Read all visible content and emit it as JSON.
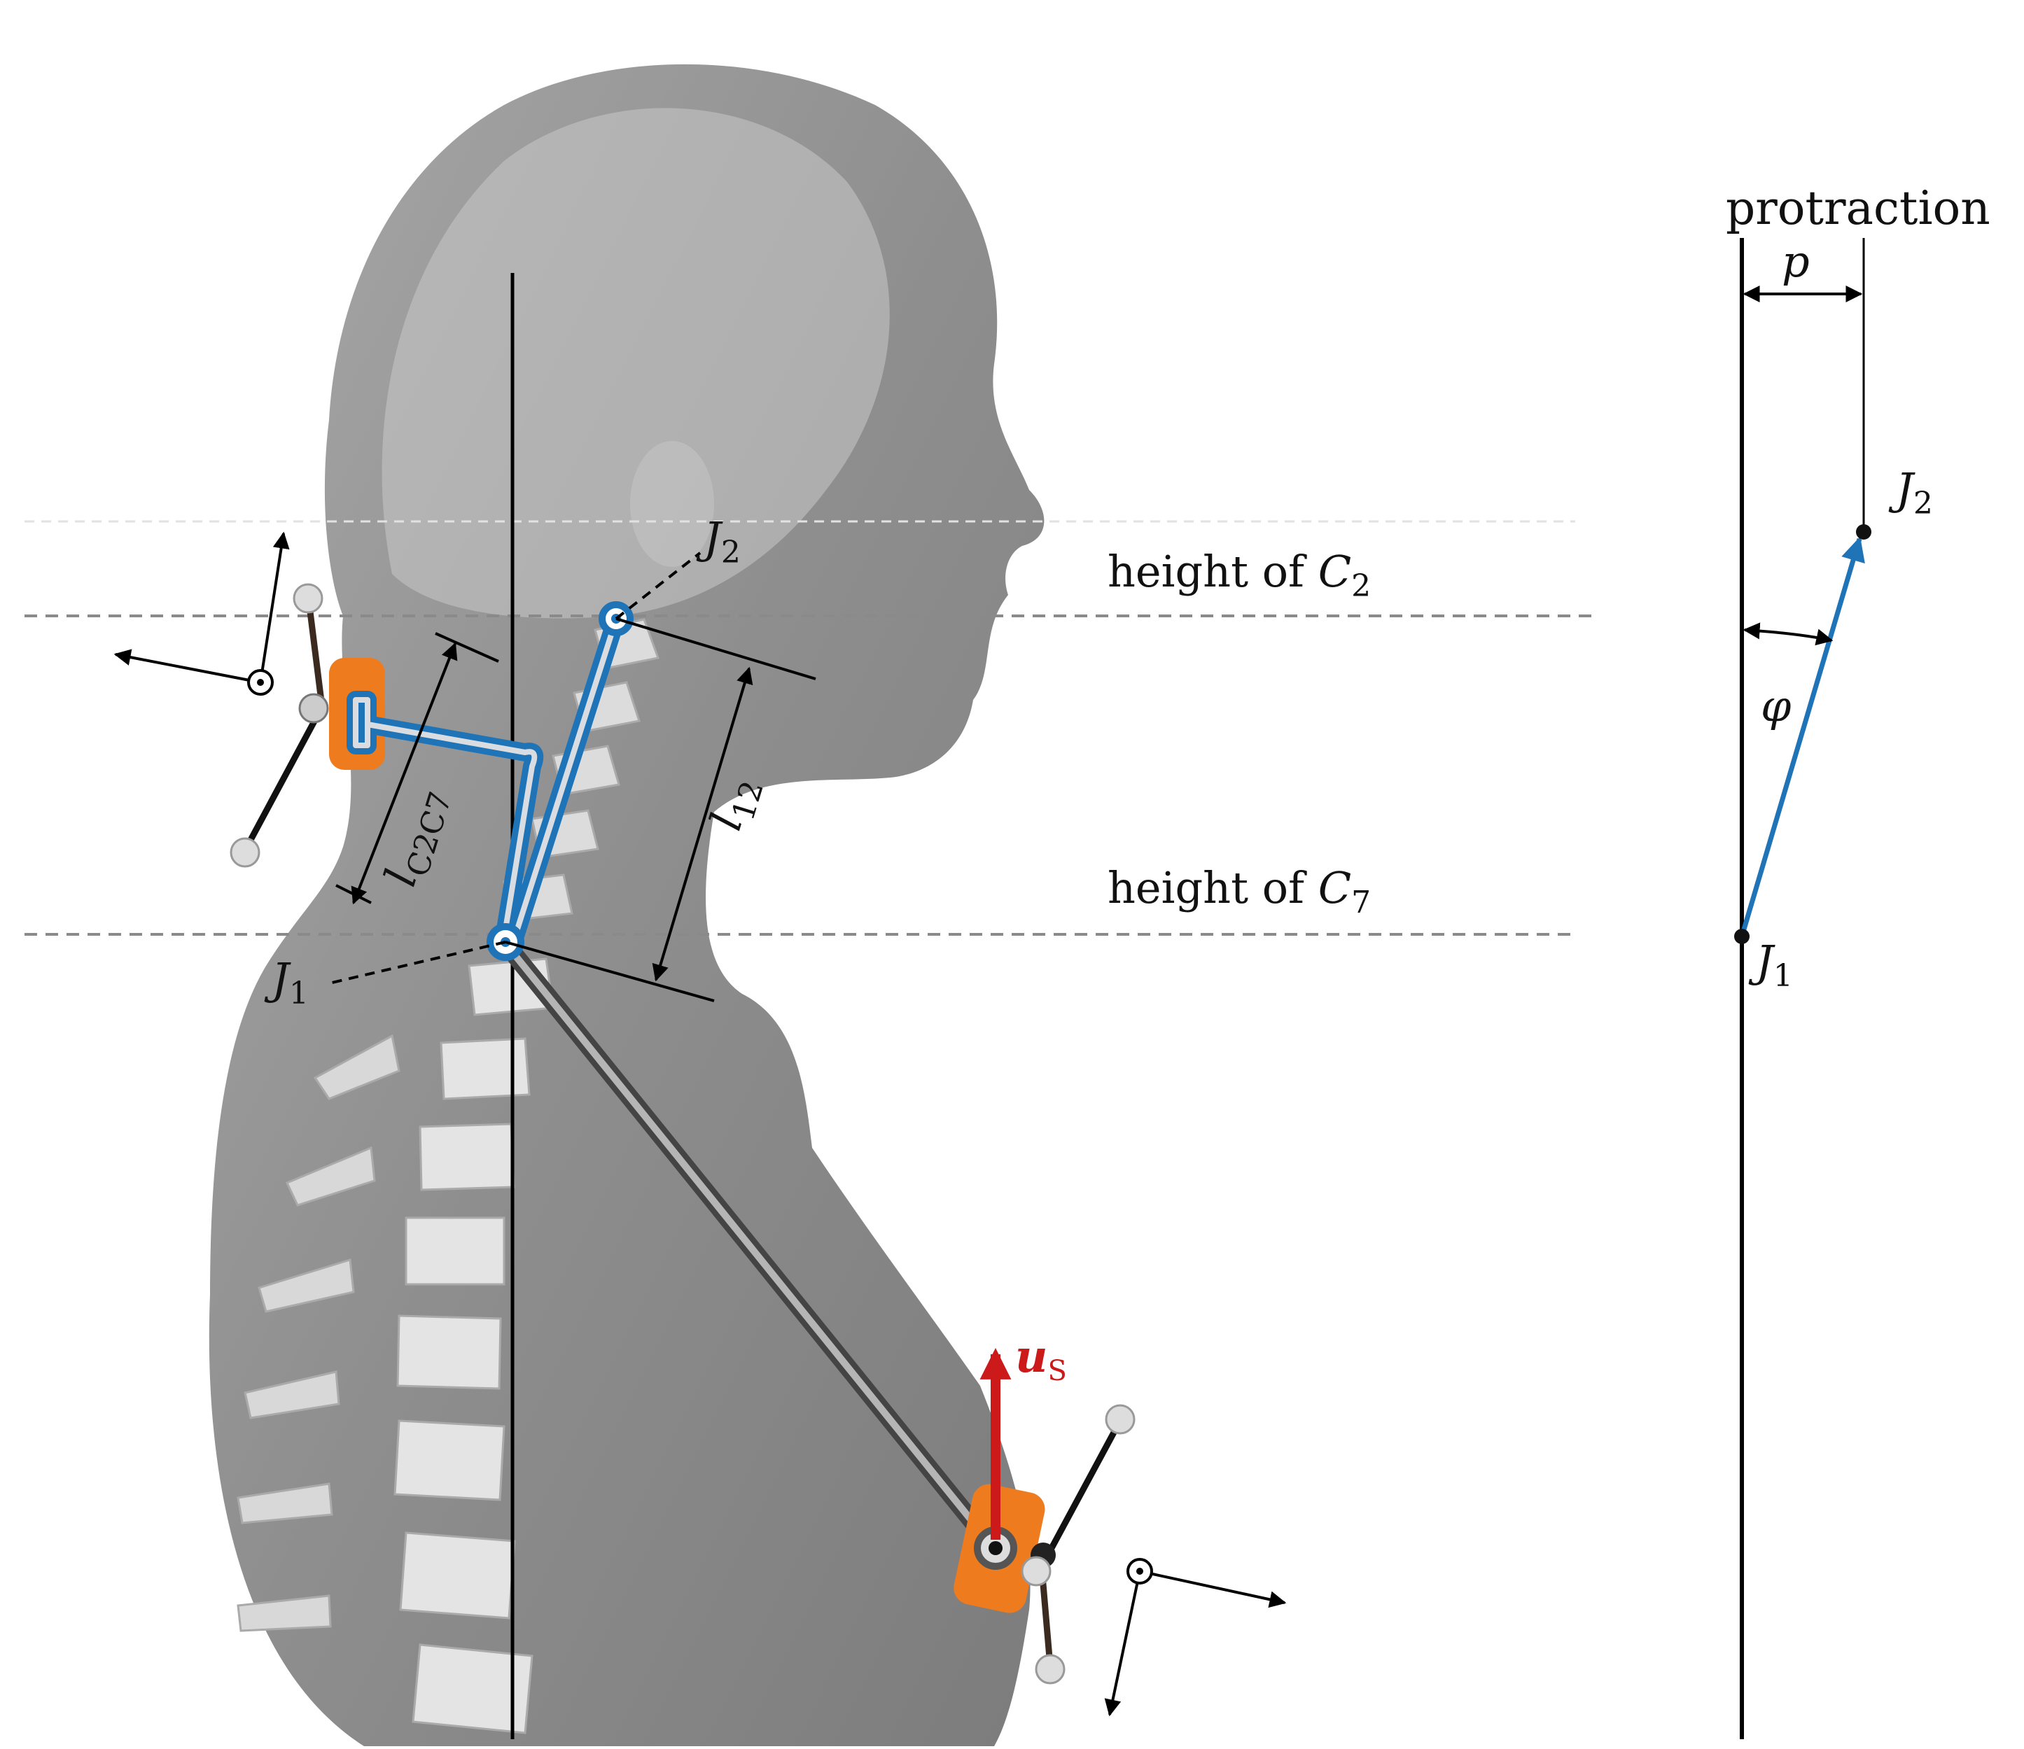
{
  "labels": {
    "height_c2_prefix": "height of ",
    "height_c2_letter": "C",
    "height_c2_sub": "2",
    "height_c7_prefix": "height of ",
    "height_c7_letter": "C",
    "height_c7_sub": "7",
    "j1_letter": "J",
    "j1_sub": "1",
    "j2_letter": "J",
    "j2_sub": "2",
    "l12_letter": "l",
    "l12_sub": "12",
    "lc2c7_letter": "l",
    "lc2c7_sub": "C2C7",
    "us_letter": "u",
    "us_sub": "S",
    "protraction": "protraction",
    "p": "p",
    "phi": "φ",
    "right_j1_letter": "J",
    "right_j1_sub": "1",
    "right_j2_letter": "J",
    "right_j2_sub": "2"
  },
  "colors": {
    "blue": "#1f73b7",
    "orange": "#ee7b1e",
    "red": "#cc1a1a",
    "silhouette": "#9a9a9a",
    "bone": "#e6e6e6",
    "dashed": "#8a8a8a"
  }
}
